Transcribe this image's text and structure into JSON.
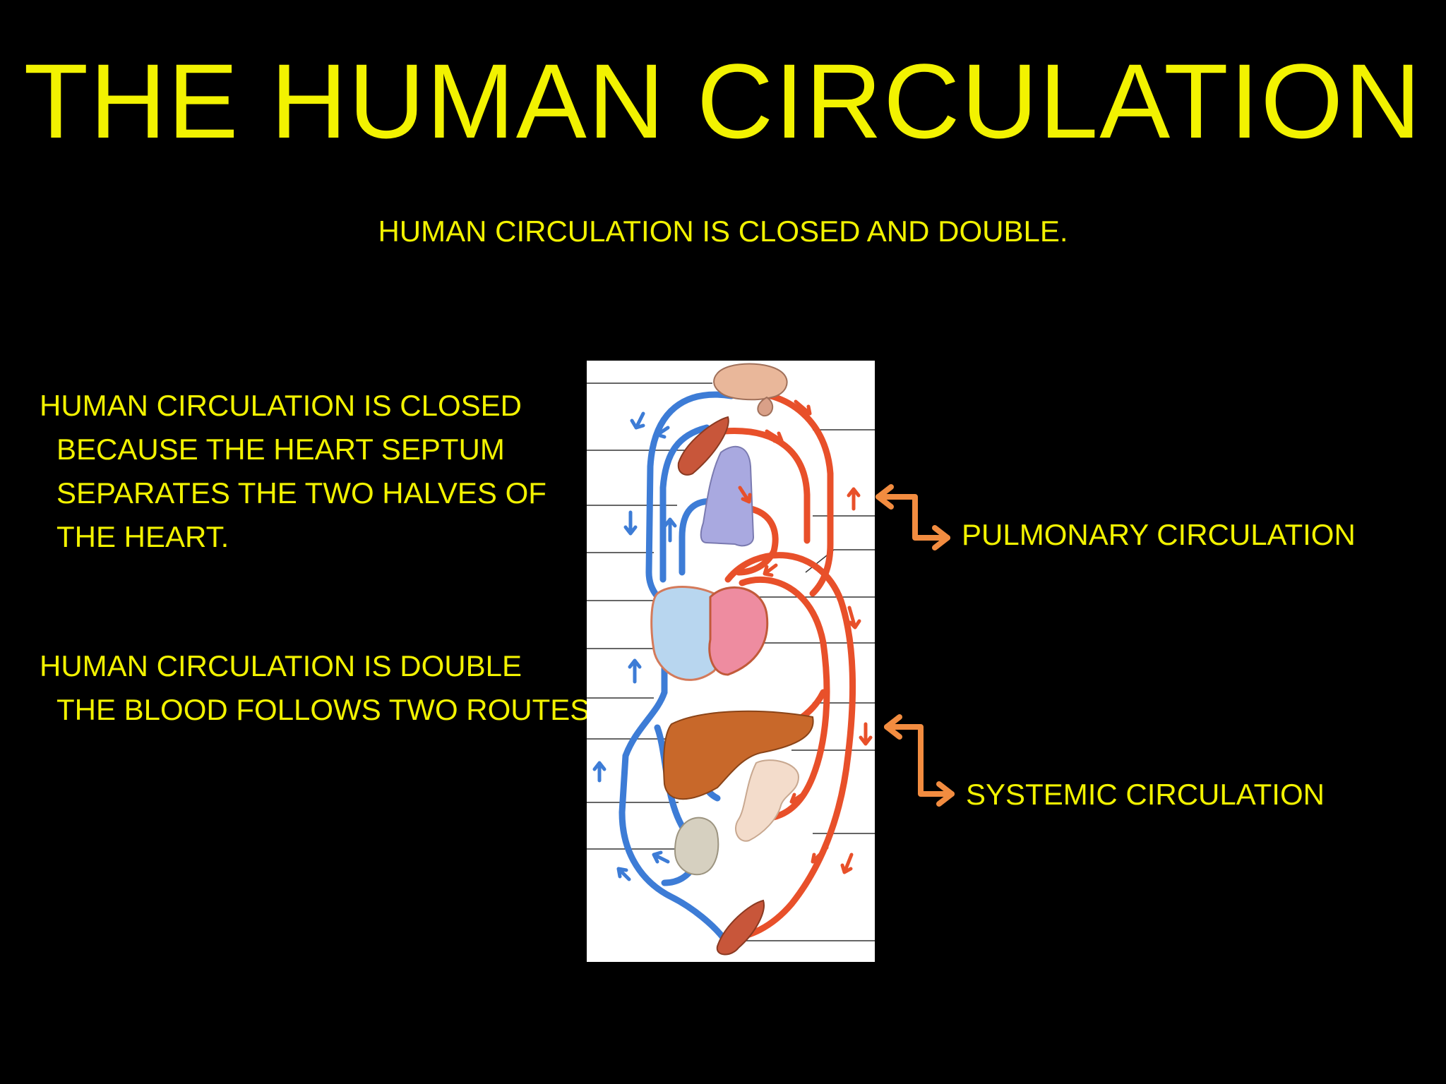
{
  "slide": {
    "title": "THE HUMAN CIRCULATION",
    "subtitle": "HUMAN CIRCULATION IS CLOSED AND DOUBLE.",
    "closed_paragraph": [
      "HUMAN CIRCULATION IS CLOSED",
      "BECAUSE THE HEART SEPTUM",
      "SEPARATES THE TWO HALVES OF",
      "THE HEART."
    ],
    "double_paragraph": [
      "HUMAN CIRCULATION IS DOUBLE",
      "THE BLOOD FOLLOWS TWO ROUTES"
    ],
    "labels": {
      "pulmonary": "PULMONARY CIRCULATION",
      "systemic": "SYSTEMIC CIRCULATION"
    },
    "colors": {
      "background": "#000000",
      "text": "#F2F200",
      "bracket_arrow": "#F28C40",
      "arterial": "#E8502A",
      "venous": "#3D7CD6"
    }
  }
}
